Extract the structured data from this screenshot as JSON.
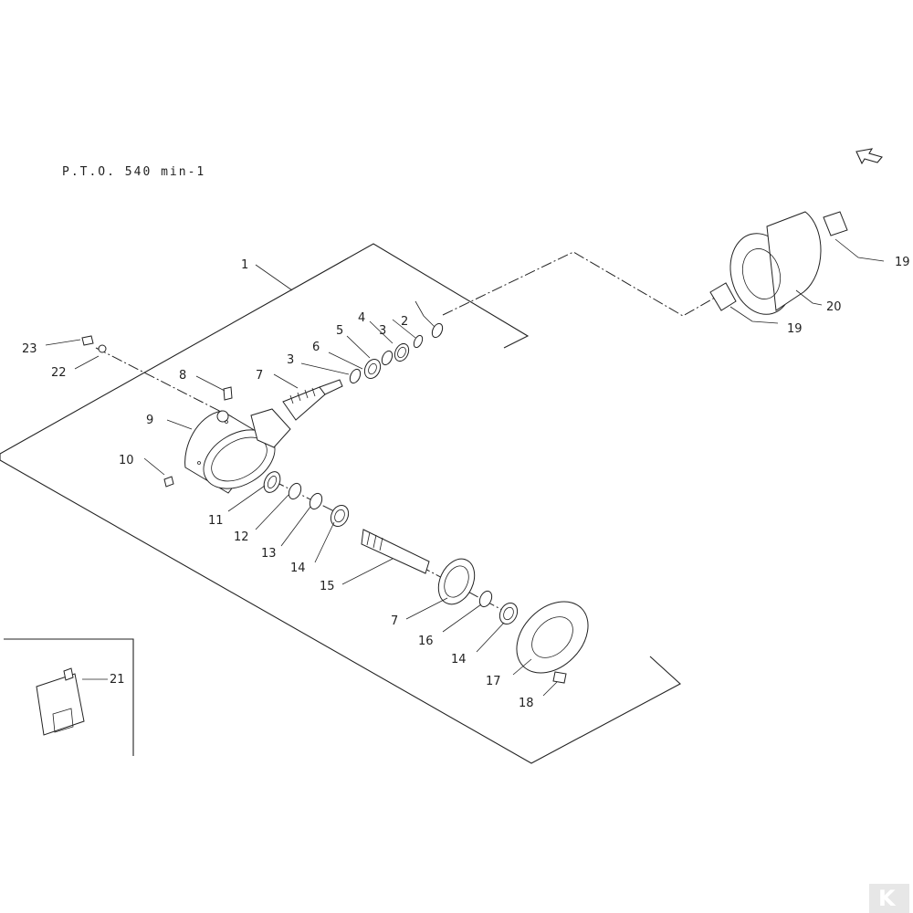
{
  "title": "P.T.O. 540 min-1",
  "callouts": {
    "c1": "1",
    "c2": "2",
    "c3a": "3",
    "c3b": "3",
    "c4": "4",
    "c5": "5",
    "c6": "6",
    "c7a": "7",
    "c7b": "7",
    "c8": "8",
    "c9": "9",
    "c10": "10",
    "c11": "11",
    "c12": "12",
    "c13": "13",
    "c14a": "14",
    "c14b": "14",
    "c15": "15",
    "c16": "16",
    "c17": "17",
    "c18": "18",
    "c19a": "19",
    "c19b": "19",
    "c20": "20",
    "c21": "21",
    "c22": "22",
    "c23": "23"
  },
  "logo": {
    "letter": "K",
    "color": "#cfcfcf"
  }
}
